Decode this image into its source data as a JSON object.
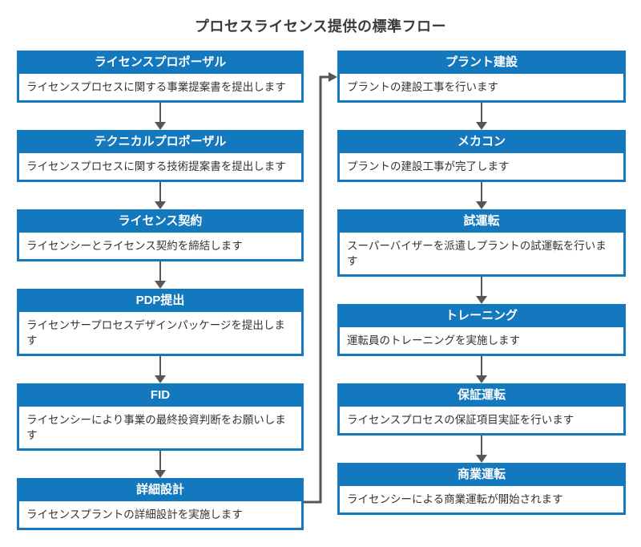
{
  "title": "プロセスライセンス提供の標準フロー",
  "colors": {
    "primary_blue": "#1478be",
    "connector_gray": "#575757",
    "body_text": "#333333"
  },
  "left_column": {
    "steps": [
      {
        "header": "ライセンスプロポーザル",
        "body": "ライセンスプロセスに関する事業提案書を提出します"
      },
      {
        "header": "テクニカルプロポーザル",
        "body": "ライセンスプロセスに関する技術提案書を提出します"
      },
      {
        "header": "ライセンス契約",
        "body": "ライセンシーとライセンス契約を締結します"
      },
      {
        "header": "PDP提出",
        "body": "ライセンサープロセスデザインパッケージを提出します"
      },
      {
        "header": "FID",
        "body": "ライセンシーにより事業の最終投資判断をお願いします"
      },
      {
        "header": "詳細設計",
        "body": "ライセンスプラントの詳細設計を実施します"
      }
    ]
  },
  "right_column": {
    "steps": [
      {
        "header": "プラント建設",
        "body": "プラントの建設工事を行います"
      },
      {
        "header": "メカコン",
        "body": "プラントの建設工事が完了します"
      },
      {
        "header": "試運転",
        "body": "スーパーバイザーを派遣しプラントの試運転を行います"
      },
      {
        "header": "トレーニング",
        "body": "運転員のトレーニングを実施します"
      },
      {
        "header": "保証運転",
        "body": "ライセンスプロセスの保証項目実証を行います"
      },
      {
        "header": "商業運転",
        "body": "ライセンシーによる商業運転が開始されます"
      }
    ]
  }
}
